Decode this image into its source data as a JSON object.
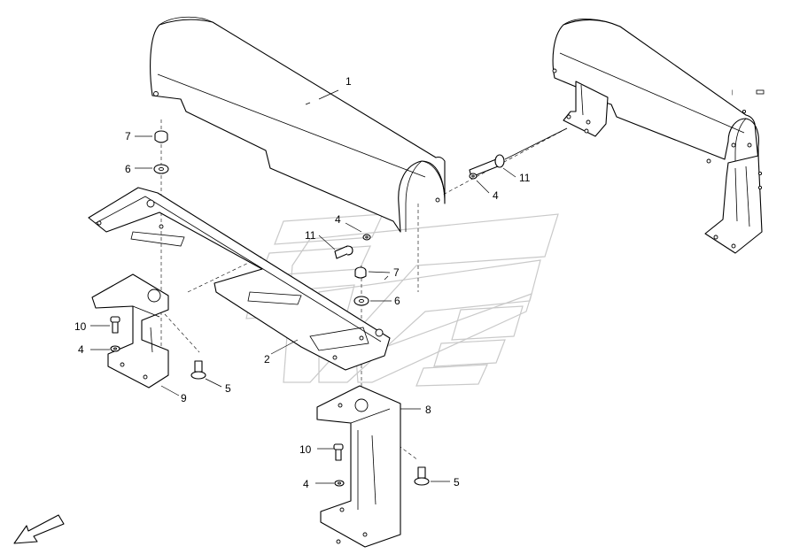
{
  "callouts": {
    "c1": "1",
    "c2": "2",
    "c4a": "4",
    "c4b": "4",
    "c4c": "4",
    "c4d": "4",
    "c5a": "5",
    "c5b": "5",
    "c6a": "6",
    "c6b": "6",
    "c7a": "7",
    "c7b": "7",
    "c8": "8",
    "c9": "9",
    "c10a": "10",
    "c10b": "10",
    "c11a": "11",
    "c11b": "11"
  },
  "colors": {
    "line": "#000000",
    "watermark": "#c9c9c9",
    "background": "#ffffff"
  },
  "icons": {
    "direction": "direction-arrow-icon",
    "watermark": "brand-watermark"
  }
}
